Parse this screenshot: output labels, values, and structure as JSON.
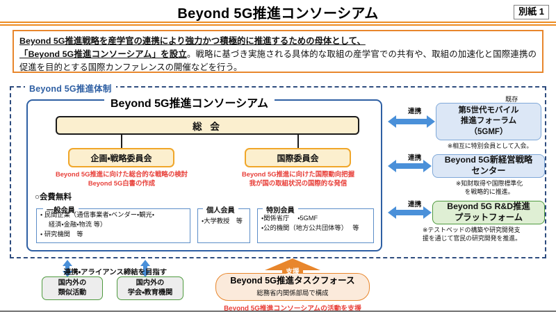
{
  "header": {
    "title": "Beyond 5G推進コンソーシアム",
    "sheet_badge": "別紙 1",
    "rule_color": "#ED8B21"
  },
  "lead": {
    "underlined_1": "Beyond  5G推進戦略を産学官の連携により強力かつ積極的に推進するための母体として、",
    "underlined_2": "「Beyond 5G推進コンソーシアム」を設立",
    "rest": "。戦略に基づき実施される具体的な取組の産学官での共有や、取組の加速化と国際連携の促進を目的とする国際カンファレンスの開催などを行う。",
    "border_color": "#E8862C"
  },
  "system_frame": {
    "label": "Beyond 5G推進体制",
    "label_color": "#2E5FA3",
    "border_color": "#2E4C7E"
  },
  "consortium": {
    "title": "Beyond 5G推進コンソーシアム",
    "border_color": "#2E5FA3",
    "general_assembly": {
      "label": "総 会",
      "fill": "#FBEFCF",
      "border": "#1A1A1A"
    },
    "committees": [
      {
        "label": "企画・戦略委員会",
        "fill": "#FCEFCE",
        "border": "#F0A629",
        "caption_line1": "Beyond 5G推進に向けた総合的な戦略の検討",
        "caption_line2": "Beyond 5G白書の作成",
        "caption_color": "#E8403A"
      },
      {
        "label": "国際委員会",
        "fill": "#FCEFCE",
        "border": "#F0A629",
        "caption_line1": "Beyond 5G推進に向けた国際動向把握",
        "caption_line2": "我が国の取組状況の国際的な発信",
        "caption_color": "#E8403A"
      }
    ],
    "free_fee": "○会費無料",
    "member_groups": [
      {
        "label": "一般会員",
        "lines": [
          "・ 民間企業（通信事業者・ベンダー・観光・",
          "　 経済・金融・物流 等）",
          "・ 研究機関　等"
        ]
      },
      {
        "label": "個人会員",
        "lines": [
          "・大学教授　等"
        ]
      },
      {
        "label": "特別会員",
        "lines": [
          "・関係省庁　 ・5GMF",
          "・公的機関（地方公共団体等）　 等"
        ]
      }
    ]
  },
  "partners": [
    {
      "link_label": "連携",
      "tag": "既存",
      "name_lines": [
        "第5世代モバイル",
        "推進フォーラム",
        "（5GMF）"
      ],
      "fill": "#DCE7F6",
      "border": "#7FA8D8",
      "note": "※相互に特別会員として入会。"
    },
    {
      "link_label": "連携",
      "tag": "",
      "name_lines": [
        "Beyond 5G新経営戦略",
        "センター"
      ],
      "fill": "#DCE7F6",
      "border": "#7FA8D8",
      "note_line1": "※知財取得や国際標準化",
      "note_line2": "を戦略的に推進。"
    },
    {
      "link_label": "連携",
      "tag": "",
      "name_lines": [
        "Beyond 5G R&D推進",
        "プラットフォーム"
      ],
      "fill": "#DFEFD4",
      "border": "#4E9A3E",
      "note_line1": "※テストベッドの構築や研究開発支",
      "note_line2": "援を通じて官民の研究開発を推進。"
    }
  ],
  "bottom": {
    "alliance_text": "連携・アライアンス締結を目指す",
    "nodes": [
      {
        "line1": "国内外の",
        "line2": "類似活動",
        "border": "#4E9A3E",
        "fill": "#EDEDED"
      },
      {
        "line1": "国内外の",
        "line2": "学会・教育機関",
        "border": "#4E9A3E",
        "fill": "#EDEDED"
      }
    ],
    "support_arrow_label": "支援",
    "support_arrow_color": "#E8862C",
    "taskforce": {
      "title": "Beyond 5G推進タスクフォース",
      "subtitle": "総務省内関係部局で構成",
      "note": "Beyond 5G推進コンソーシアムの活動を支援",
      "note_color": "#E8403A",
      "border": "#E8862C",
      "fill": "#FBEADB"
    }
  }
}
